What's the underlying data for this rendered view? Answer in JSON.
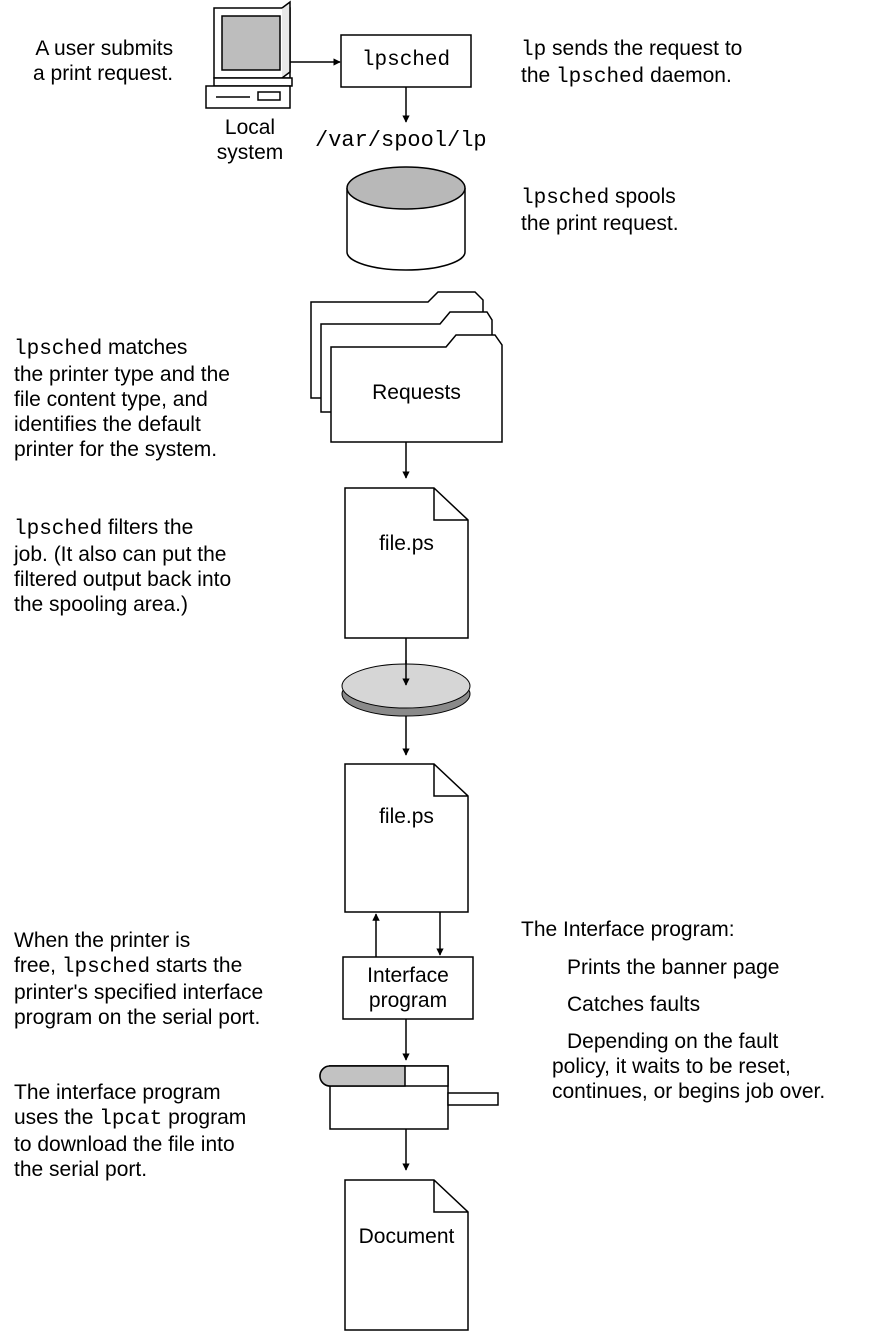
{
  "annotations": {
    "submit": [
      "A user submits",
      "a print request."
    ],
    "local_system": [
      "Local",
      "system"
    ],
    "lp_sends": {
      "cmd": "lp",
      "text1": " sends the request to",
      "text2a": "the ",
      "cmd2": "lpsched",
      "text2b": " daemon."
    },
    "spool_path": "/var/spool/lp",
    "spools": {
      "cmd": "lpsched",
      "text1": " spools",
      "text2": "the print request."
    },
    "matches": {
      "cmd": "lpsched",
      "text1": " matches",
      "lines": [
        "the printer type and the",
        "file content type, and",
        "identifies the default",
        "printer for the system."
      ]
    },
    "filters": {
      "cmd": "lpsched",
      "text1": " filters the",
      "lines": [
        "job. (It also can put the",
        "filtered output back into",
        "the spooling area.)"
      ]
    },
    "printer_free": {
      "line1": "When the printer is",
      "line2a": "free, ",
      "cmd": "lpsched",
      "line2b": " starts the",
      "line3": "printer's specified interface",
      "line4": "program on the serial port."
    },
    "interface_uses": {
      "line1": "The interface program",
      "line2a": "uses the ",
      "cmd": "lpcat",
      "line2b": " program",
      "line3": "to download the file into",
      "line4": "the serial port."
    },
    "interface_program_heading": "The Interface program:",
    "interface_steps": [
      "Prints the banner page",
      "Catches faults"
    ],
    "interface_step3": [
      "Depending on the fault",
      "policy, it waits to be reset,",
      "continues, or begins job over."
    ]
  },
  "boxes": {
    "lpsched": "lpsched",
    "requests": "Requests",
    "file1": "file.ps",
    "file2": "file.ps",
    "interface": [
      "Interface",
      "program"
    ],
    "document": "Document"
  }
}
